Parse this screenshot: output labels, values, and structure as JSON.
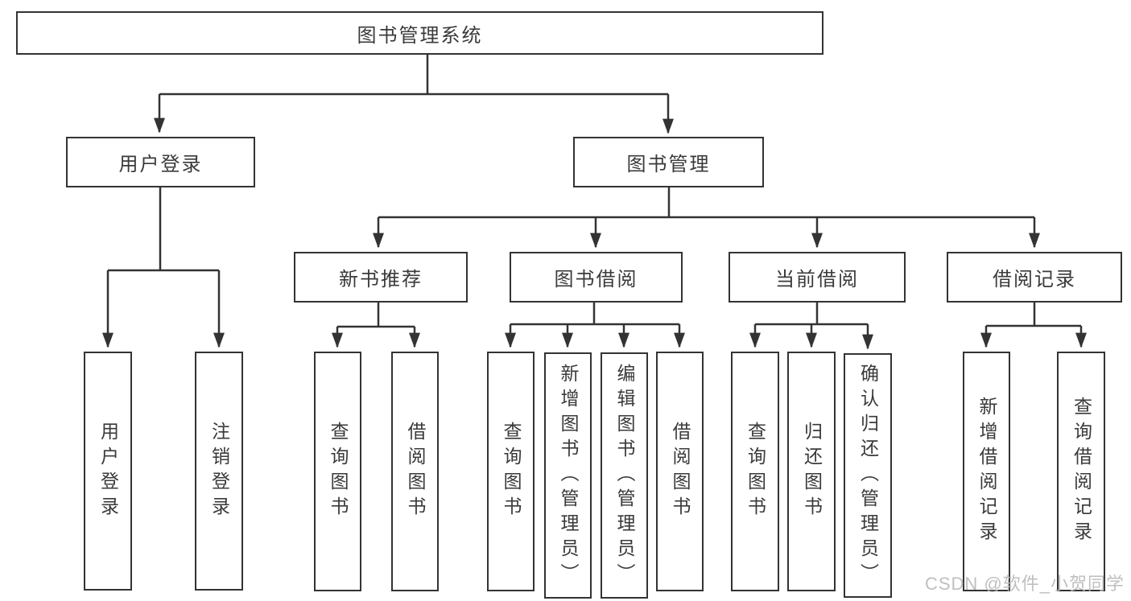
{
  "tree": {
    "root": {
      "label": "图书管理系统",
      "children": [
        {
          "label": "用户登录",
          "children": [
            {
              "label": "用户登录"
            },
            {
              "label": "注销登录"
            }
          ]
        },
        {
          "label": "图书管理",
          "children": [
            {
              "label": "新书推荐",
              "children": [
                {
                  "label": "查询图书"
                },
                {
                  "label": "借阅图书"
                }
              ]
            },
            {
              "label": "图书借阅",
              "children": [
                {
                  "label": "查询图书"
                },
                {
                  "label": "新增图书（管理员）"
                },
                {
                  "label": "编辑图书（管理员）"
                },
                {
                  "label": "借阅图书"
                }
              ]
            },
            {
              "label": "当前借阅",
              "children": [
                {
                  "label": "查询图书"
                },
                {
                  "label": "归还图书"
                },
                {
                  "label": "确认归还（管理员）"
                }
              ]
            },
            {
              "label": "借阅记录",
              "children": [
                {
                  "label": "新增借阅记录"
                },
                {
                  "label": "查询借阅记录"
                }
              ]
            }
          ]
        }
      ]
    }
  },
  "watermark": {
    "text": "CSDN @软件_小贺同学"
  },
  "colors": {
    "line": "#333333",
    "box_border": "#333333",
    "text": "#3a3a3a",
    "watermark": "#b9b9b9",
    "background": "#ffffff"
  }
}
